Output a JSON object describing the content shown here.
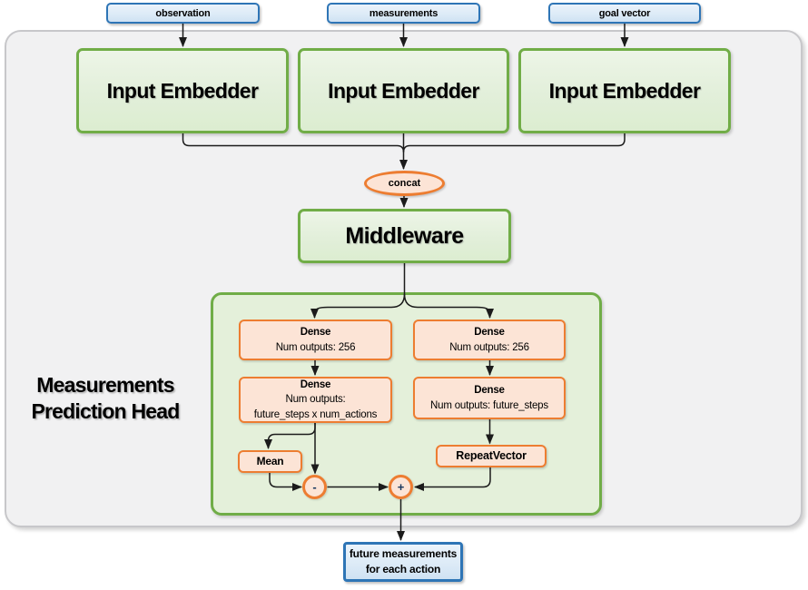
{
  "colors": {
    "blue_border": "#2E75B6",
    "blue_fill": "#DDEBF7",
    "green_border": "#70AD47",
    "green_fill": "#E2EFDA",
    "orange_border": "#ED7D31",
    "orange_fill": "#FCE4D6",
    "line": "#1B1B1B"
  },
  "inputs": [
    {
      "label": "observation"
    },
    {
      "label": "measurements"
    },
    {
      "label": "goal vector"
    }
  ],
  "embedders": [
    {
      "label": "Input Embedder"
    },
    {
      "label": "Input Embedder"
    },
    {
      "label": "Input Embedder"
    }
  ],
  "concat": {
    "label": "concat"
  },
  "middleware": {
    "label": "Middleware"
  },
  "head": {
    "title_line1": "Measurements",
    "title_line2": "Prediction Head",
    "dense_l1": {
      "title": "Dense",
      "line1": "Num outputs: 256"
    },
    "dense_r1": {
      "title": "Dense",
      "line1": "Num outputs: 256"
    },
    "dense_l2": {
      "title": "Dense",
      "line1": "Num outputs:",
      "line2": "future_steps x num_actions"
    },
    "dense_r2": {
      "title": "Dense",
      "line1": "Num outputs: future_steps"
    },
    "mean": {
      "label": "Mean"
    },
    "repeat_vector": {
      "label": "RepeatVector"
    },
    "minus": {
      "label": "-"
    },
    "plus": {
      "label": "+"
    }
  },
  "output": {
    "line1": "future measurements",
    "line2": "for each action"
  }
}
